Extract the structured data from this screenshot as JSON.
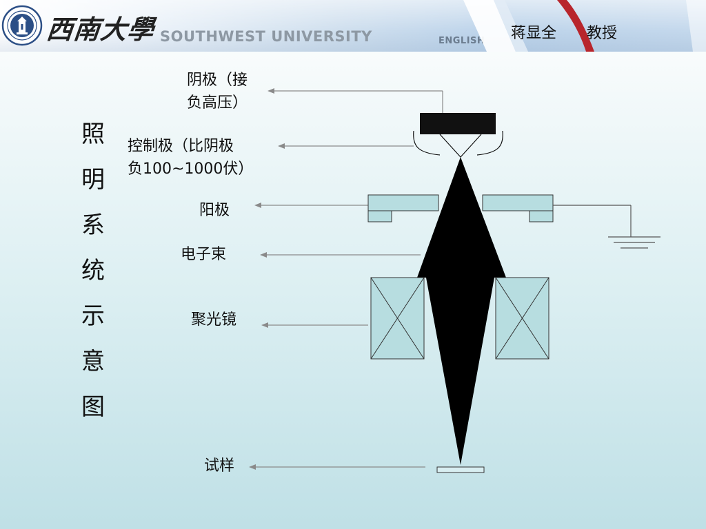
{
  "header": {
    "brand_cn": "西南大學",
    "brand_en": "SOUTHWEST UNIVERSITY",
    "language_link": "ENGLISH",
    "author": "蒋显全",
    "author_title": "教授"
  },
  "slide": {
    "title_chars": [
      "照",
      "明",
      "系",
      "统",
      "示",
      "意",
      "图"
    ]
  },
  "diagram": {
    "labels": {
      "cathode": "阴极（接\n负高压）",
      "grid": "控制极（比阴极\n负100~1000伏）",
      "anode": "阳极",
      "beam": "电子束",
      "condenser": "聚光镜",
      "specimen": "试样"
    },
    "colors": {
      "component_fill": "#b7dde0",
      "beam_fill": "#000000",
      "pointer_line": "#8a8a8a"
    }
  },
  "colors": {
    "accent_red": "#b8252c",
    "header_blue": "#bcd3ea"
  }
}
